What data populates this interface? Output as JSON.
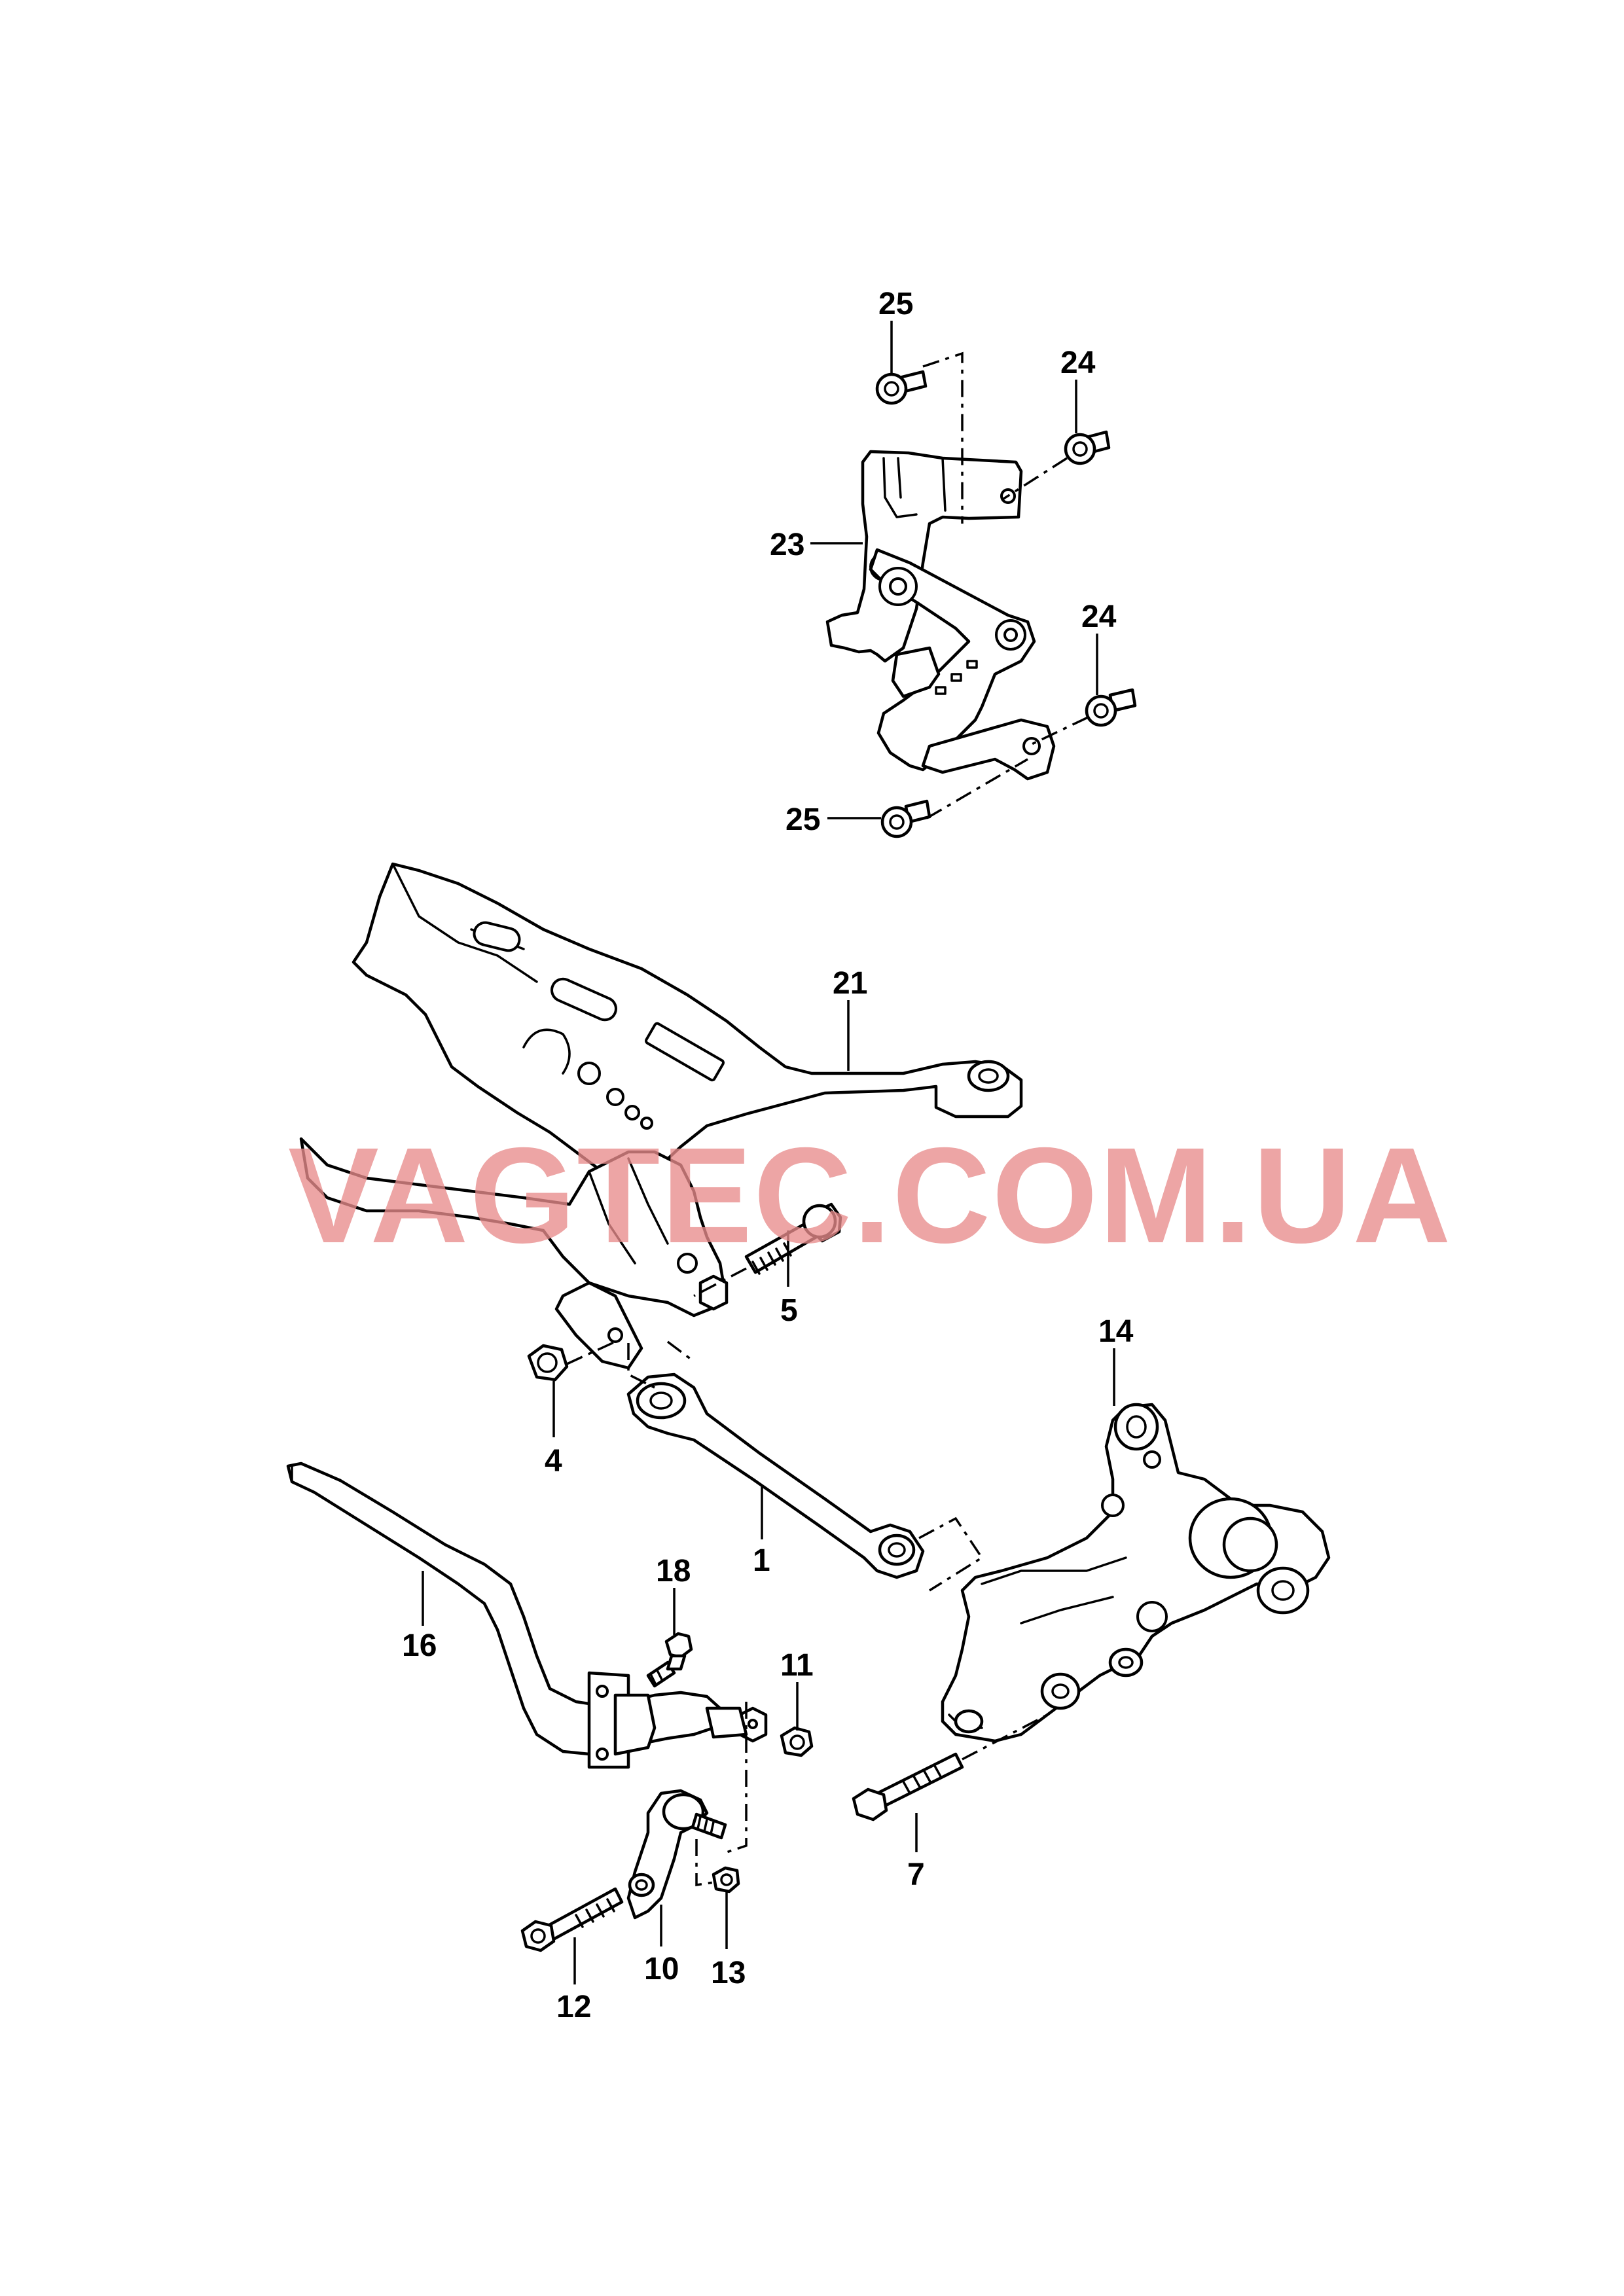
{
  "callouts": {
    "c25a": "25",
    "c24a": "24",
    "c23": "23",
    "c24b": "24",
    "c25b": "25",
    "c21": "21",
    "c5": "5",
    "c14": "14",
    "c4": "4",
    "c1": "1",
    "c18": "18",
    "c16": "16",
    "c11": "11",
    "c7": "7",
    "c10": "10",
    "c13": "13",
    "c12": "12"
  },
  "watermark": "VAGTEC.COM.UA"
}
